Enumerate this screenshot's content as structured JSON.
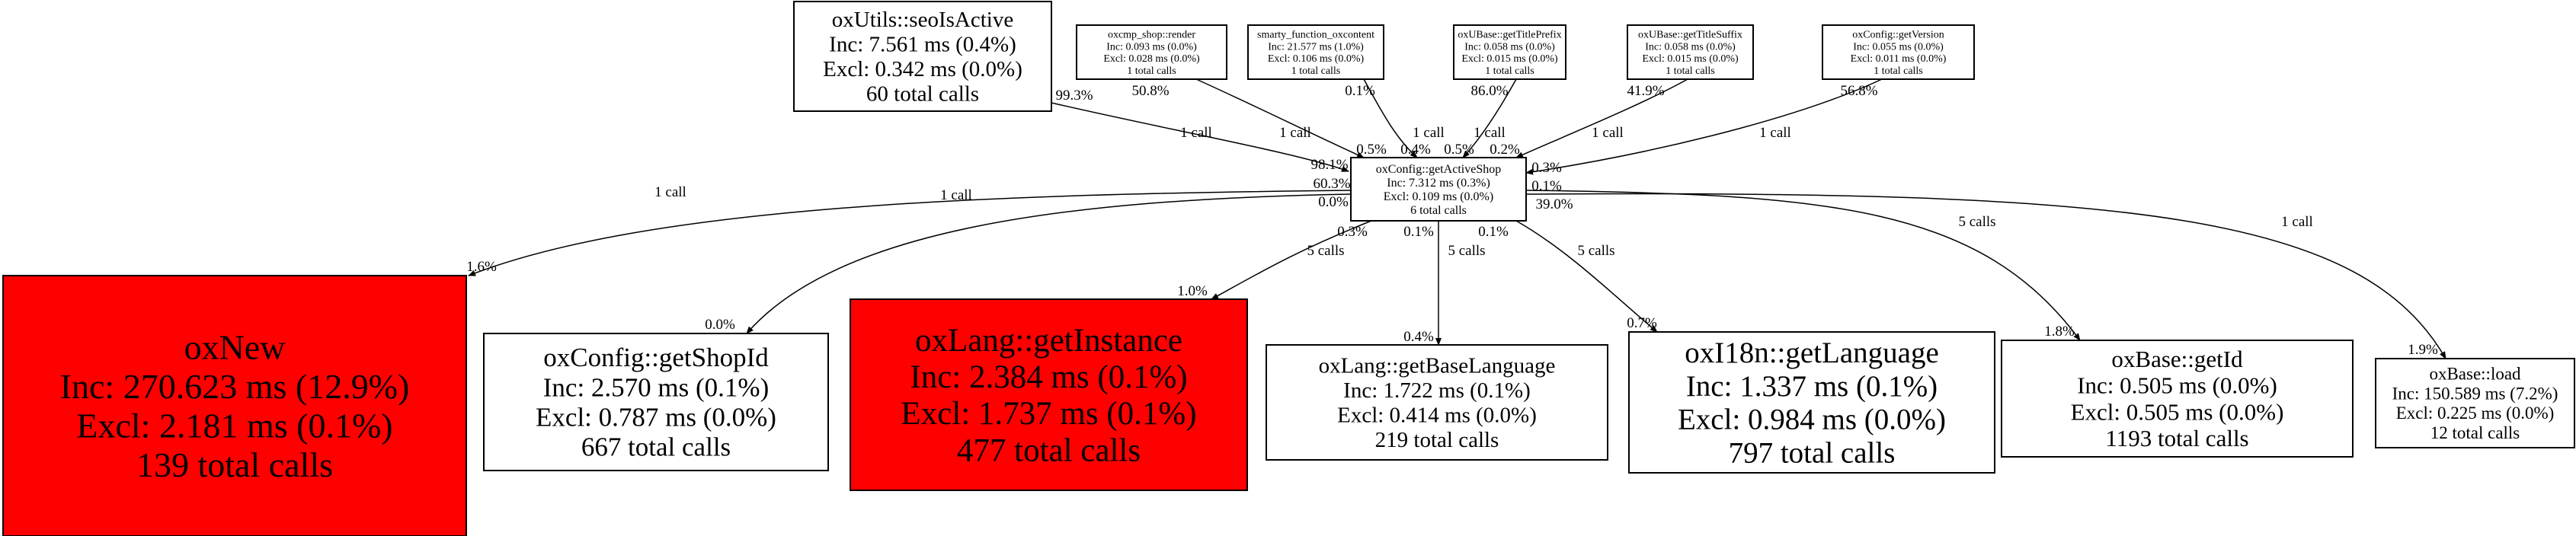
{
  "colors": {
    "hot": "#ff0000",
    "normal": "#ffffff",
    "stroke": "#000000"
  },
  "nodes": {
    "seo": {
      "name": "oxUtils::seoIsActive",
      "inc": "Inc: 7.561 ms (0.4%)",
      "excl": "Excl: 0.342 ms (0.0%)",
      "calls": "60 total calls"
    },
    "render": {
      "name": "oxcmp_shop::render",
      "inc": "Inc: 0.093 ms (0.0%)",
      "excl": "Excl: 0.028 ms (0.0%)",
      "calls": "1 total calls"
    },
    "smarty": {
      "name": "smarty_function_oxcontent",
      "inc": "Inc: 21.577 ms (1.0%)",
      "excl": "Excl: 0.106 ms (0.0%)",
      "calls": "1 total calls"
    },
    "prefix": {
      "name": "oxUBase::getTitlePrefix",
      "inc": "Inc: 0.058 ms (0.0%)",
      "excl": "Excl: 0.015 ms (0.0%)",
      "calls": "1 total calls"
    },
    "suffix": {
      "name": "oxUBase::getTitleSuffix",
      "inc": "Inc: 0.058 ms (0.0%)",
      "excl": "Excl: 0.015 ms (0.0%)",
      "calls": "1 total calls"
    },
    "version": {
      "name": "oxConfig::getVersion",
      "inc": "Inc: 0.055 ms (0.0%)",
      "excl": "Excl: 0.011 ms (0.0%)",
      "calls": "1 total calls"
    },
    "active": {
      "name": "oxConfig::getActiveShop",
      "inc": "Inc: 7.312 ms (0.3%)",
      "excl": "Excl: 0.109 ms (0.0%)",
      "calls": "6 total calls"
    },
    "oxnew": {
      "name": "oxNew",
      "inc": "Inc: 270.623 ms (12.9%)",
      "excl": "Excl: 2.181 ms (0.1%)",
      "calls": "139 total calls"
    },
    "shopid": {
      "name": "oxConfig::getShopId",
      "inc": "Inc: 2.570 ms (0.1%)",
      "excl": "Excl: 0.787 ms (0.0%)",
      "calls": "667 total calls"
    },
    "instance": {
      "name": "oxLang::getInstance",
      "inc": "Inc: 2.384 ms (0.1%)",
      "excl": "Excl: 1.737 ms (0.1%)",
      "calls": "477 total calls"
    },
    "baselang": {
      "name": "oxLang::getBaseLanguage",
      "inc": "Inc: 1.722 ms (0.1%)",
      "excl": "Excl: 0.414 ms (0.0%)",
      "calls": "219 total calls"
    },
    "lang": {
      "name": "oxI18n::getLanguage",
      "inc": "Inc: 1.337 ms (0.1%)",
      "excl": "Excl: 0.984 ms (0.0%)",
      "calls": "797 total calls"
    },
    "getid": {
      "name": "oxBase::getId",
      "inc": "Inc: 0.505 ms (0.0%)",
      "excl": "Excl: 0.505 ms (0.0%)",
      "calls": "1193 total calls"
    },
    "load": {
      "name": "oxBase::load",
      "inc": "Inc: 150.589 ms (7.2%)",
      "excl": "Excl: 0.225 ms (0.0%)",
      "calls": "12 total calls"
    }
  },
  "edges": {
    "seo": {
      "calls": "1 call",
      "src": "99.3%",
      "dst": "98.1%"
    },
    "render": {
      "calls": "1 call",
      "src": "50.8%",
      "dst": "0.5%"
    },
    "smarty": {
      "calls": "1 call",
      "src": "0.1%",
      "dst": "0.4%"
    },
    "prefix": {
      "calls": "1 call",
      "src": "86.0%",
      "dst": "0.5%"
    },
    "suffix": {
      "calls": "1 call",
      "src": "41.9%",
      "dst": "0.2%"
    },
    "version": {
      "calls": "1 call",
      "src": "56.8%",
      "dst": "0.3%"
    },
    "oxnew": {
      "calls": "1 call",
      "src": "60.3%",
      "dst": "1.6%"
    },
    "shopid": {
      "calls": "1 call",
      "src": "0.0%",
      "dst": "0.0%"
    },
    "instance": {
      "calls": "5 calls",
      "src": "0.3%",
      "dst": "1.0%"
    },
    "baselang": {
      "calls": "5 calls",
      "src": "0.1%",
      "dst": "0.4%"
    },
    "lang": {
      "calls": "5 calls",
      "src": "0.1%",
      "dst": "0.7%"
    },
    "getid": {
      "calls": "5 calls",
      "src": "0.1%",
      "dst": "1.8%"
    },
    "load": {
      "calls": "1 call",
      "src": "39.0%",
      "dst": "1.9%"
    }
  }
}
